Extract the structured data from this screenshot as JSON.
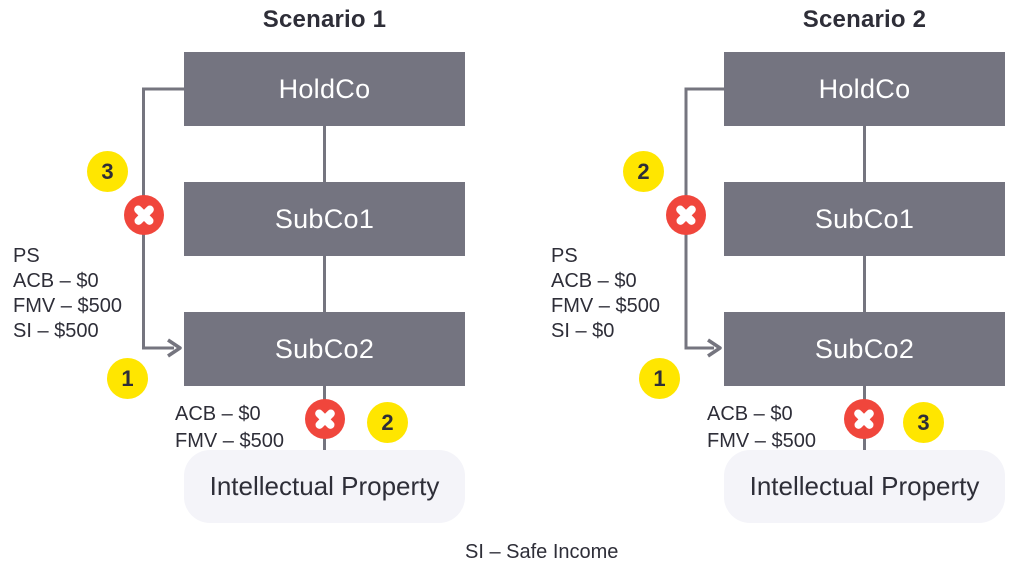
{
  "diagram": {
    "legend": "SI – Safe Income",
    "colors": {
      "entity_box": "#747480",
      "entity_text": "#ffffff",
      "dark_text": "#2e2e38",
      "badge_yellow": "#ffe600",
      "badge_red": "#f0463c",
      "line_gray": "#75757f",
      "ip_background": "#f4f4f9"
    },
    "scenarios": [
      {
        "title": "Scenario 1",
        "entities": [
          "HoldCo",
          "SubCo1",
          "SubCo2"
        ],
        "ip_label": "Intellectual Property",
        "share_note": [
          "PS",
          "ACB – $0",
          "FMV – $500",
          "SI – $500"
        ],
        "ip_note": [
          "ACB – $0",
          "FMV – $500"
        ],
        "badges": {
          "upper": "3",
          "arrow": "1",
          "ip": "2"
        }
      },
      {
        "title": "Scenario 2",
        "entities": [
          "HoldCo",
          "SubCo1",
          "SubCo2"
        ],
        "ip_label": "Intellectual Property",
        "share_note": [
          "PS",
          "ACB – $0",
          "FMV – $500",
          "SI – $0"
        ],
        "ip_note": [
          "ACB – $0",
          "FMV – $500"
        ],
        "badges": {
          "upper": "2",
          "arrow": "1",
          "ip": "3"
        }
      }
    ]
  }
}
